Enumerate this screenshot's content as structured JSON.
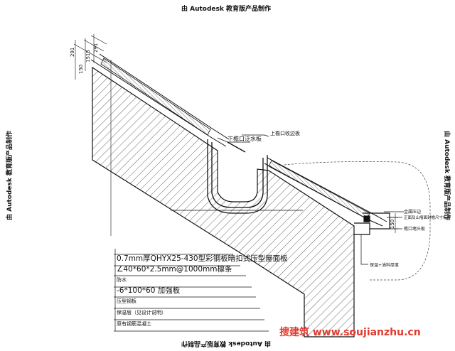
{
  "watermark": {
    "text": "由 Autodesk 教育版产品制作"
  },
  "dimensions": {
    "d291_left": "291",
    "d150": "150",
    "d1515": "1515",
    "d291_right": "291",
    "d150_side": "150"
  },
  "labels": {
    "lower_gutter_flashing": "下檐口泛水板",
    "upper_eave_flashing": "上檐口收边板",
    "metal_cap": "金属压边",
    "right_label_2": "正面及山墙面封檐尺寸板位",
    "eave_closer": "檐口堵头板",
    "insulation_slope": "保温+油料厚度"
  },
  "layers": [
    "0.7mm厚QHYX25-430型彩钢板暗扣式压型屋面板",
    "∠40*60*2.5mm@1000mm檩条",
    "防水",
    "-6*100*60 加强板",
    "压型钢板",
    "保温层（见设计说明）",
    "原有钢筋混凝土"
  ],
  "site_watermark": {
    "text": "搜建筑 www.soujianzhu.cn"
  },
  "colors": {
    "line": "#111111",
    "site_red": "#e23a2f"
  }
}
